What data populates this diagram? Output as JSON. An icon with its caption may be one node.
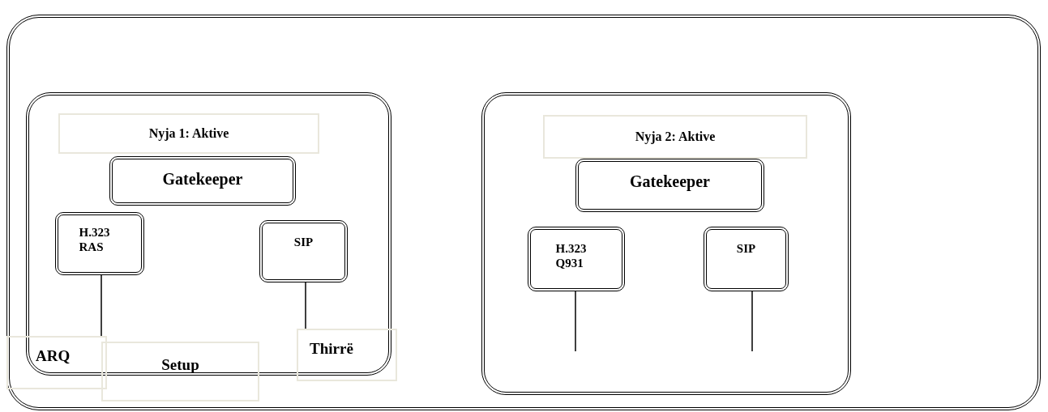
{
  "diagram": {
    "nodes": [
      {
        "text": [],
        "shape": "box"
      },
      {
        "text": [
          "Nyja 1: Aktive"
        ],
        "in": 0
      },
      {
        "text": [
          "Gatekeeper"
        ],
        "in": 1
      },
      {
        "text": [
          "H.323 RAS"
        ],
        "in": 1
      },
      {
        "text": [
          "SIP"
        ],
        "in": 1
      },
      {
        "text": [
          "Nyja 2: Aktive"
        ],
        "in": 0
      },
      {
        "text": [
          "Gatekeeper"
        ],
        "in": 5
      },
      {
        "text": [
          "H.323 Q931"
        ],
        "in": 5
      },
      {
        "text": [
          "SIP"
        ],
        "in": 5
      },
      {
        "text": [
          "ARQ"
        ],
        "in": 0
      },
      {
        "text": [
          "Setup"
        ],
        "in": 0
      },
      {
        "text": [
          "Thirrë"
        ],
        "in": 0
      }
    ],
    "edges": [
      {
        "from": 3,
        "to": 9,
        "arrow": "none"
      },
      {
        "from": 4,
        "to": 11,
        "arrow": "none"
      },
      {
        "from": 7,
        "to": null,
        "arrow": "none"
      },
      {
        "from": 8,
        "to": null,
        "arrow": "none"
      }
    ]
  }
}
